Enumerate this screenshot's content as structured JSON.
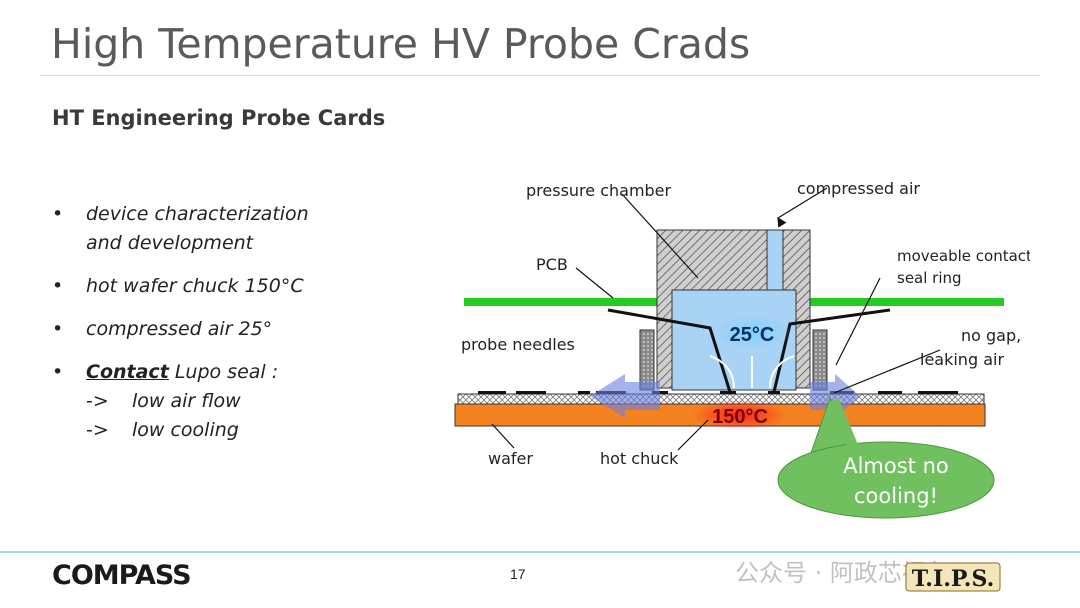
{
  "slide": {
    "title": "High Temperature HV Probe Crads",
    "subtitle": "HT Engineering Probe Cards",
    "bullets": {
      "b1_line1": "device characterization",
      "b1_line2": "and development",
      "b2": "hot wafer chuck 150°C",
      "b3": "compressed air 25°",
      "b4_underlined": "Contact",
      "b4_rest": " Lupo seal :",
      "sub1_arrow": "->",
      "sub1_text": "low air flow",
      "sub2_arrow": "->",
      "sub2_text": "low cooling"
    },
    "page_number": "17"
  },
  "diagram": {
    "labels": {
      "pressure_chamber": "pressure chamber",
      "compressed_air": "compressed air",
      "pcb": "PCB",
      "moveable_line1": "moveable contact",
      "moveable_line2": "seal ring",
      "no_gap_line1": "no gap,",
      "no_gap_line2": "leaking air",
      "probe_needles": "probe needles",
      "temp_air": "25°C",
      "temp_chuck": "150°C",
      "wafer": "wafer",
      "hot_chuck": "hot chuck",
      "callout_line1": "Almost no",
      "callout_line2": "cooling!"
    },
    "colors": {
      "pcb_green": "#22cc22",
      "chamber_blue": "#a9d3f5",
      "chuck_orange": "#f58220",
      "callout_green": "#70c060",
      "arrow_blue": "#6a7fe0"
    }
  },
  "footer": {
    "logo_text": "COMPASS",
    "watermark": "公众号 · 阿政芯视角",
    "tips_text": "T.I.P.S."
  }
}
